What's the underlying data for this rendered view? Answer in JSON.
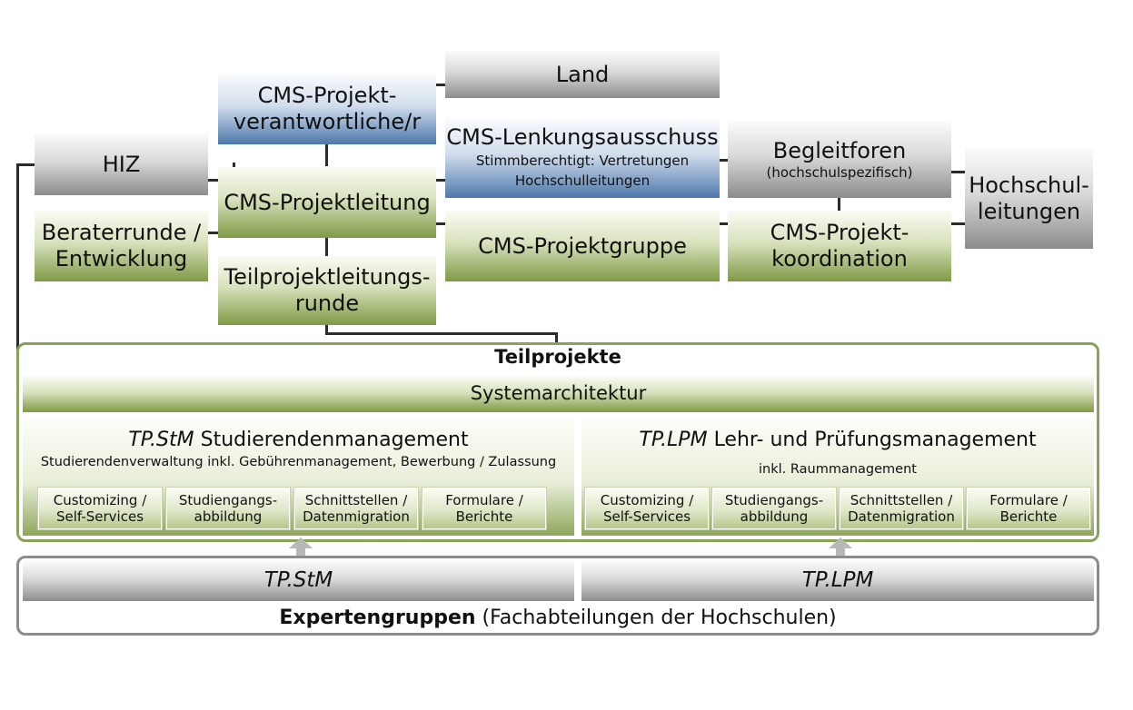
{
  "boxes": {
    "land": "Land",
    "projektverantwortliche_l1": "CMS-Projekt-",
    "projektverantwortliche_l2": "verantwortliche/r",
    "lenkungsausschuss_title": "CMS-Lenkungsausschuss",
    "lenkungsausschuss_sub1": "Stimmberechtigt: Vertretungen",
    "lenkungsausschuss_sub2": "Hochschulleitungen",
    "begleitforen_title": "Begleitforen",
    "begleitforen_sub": "(hochschulspezifisch)",
    "hiz": "HIZ",
    "projektleitung": "CMS-Projektleitung",
    "hochschulleitungen_l1": "Hochschul-",
    "hochschulleitungen_l2": "leitungen",
    "beraterrunde_l1": "Beraterrunde /",
    "beraterrunde_l2": "Entwicklung",
    "projektgruppe": "CMS-Projektgruppe",
    "projektkoordination_l1": "CMS-Projekt-",
    "projektkoordination_l2": "koordination",
    "teilprojektleitungsrunde_l1": "Teilprojektleitungs-",
    "teilprojektleitungsrunde_l2": "runde"
  },
  "teilprojekte": {
    "title": "Teilprojekte",
    "systemarchitektur": "Systemarchitektur",
    "stm": {
      "abbr": "TP.StM",
      "name": "Studierendenmanagement",
      "sub": "Studierendenverwaltung inkl. Gebührenmanagement, Bewerbung / Zulassung",
      "items": [
        {
          "l1": "Customizing /",
          "l2": "Self-Services"
        },
        {
          "l1": "Studiengangs-",
          "l2": "abbildung"
        },
        {
          "l1": "Schnittstellen /",
          "l2": "Datenmigration"
        },
        {
          "l1": "Formulare /",
          "l2": "Berichte"
        }
      ]
    },
    "lpm": {
      "abbr": "TP.LPM",
      "name": "Lehr- und Prüfungsmanagement",
      "sub": "inkl. Raummanagement",
      "items": [
        {
          "l1": "Customizing /",
          "l2": "Self-Services"
        },
        {
          "l1": "Studiengangs-",
          "l2": "abbildung"
        },
        {
          "l1": "Schnittstellen /",
          "l2": "Datenmigration"
        },
        {
          "l1": "Formulare /",
          "l2": "Berichte"
        }
      ]
    }
  },
  "experten": {
    "stm": "TP.StM",
    "lpm": "TP.LPM",
    "title_bold": "Expertengruppen",
    "title_rest": " (Fachabteilungen der Hochschulen)"
  },
  "colors": {
    "gray_box": "#8c8c8c",
    "green_box": "#7f9a45",
    "blue_box": "#4d78ab",
    "green_frame": "#8aa35a",
    "gray_frame": "#8c8c8c"
  }
}
